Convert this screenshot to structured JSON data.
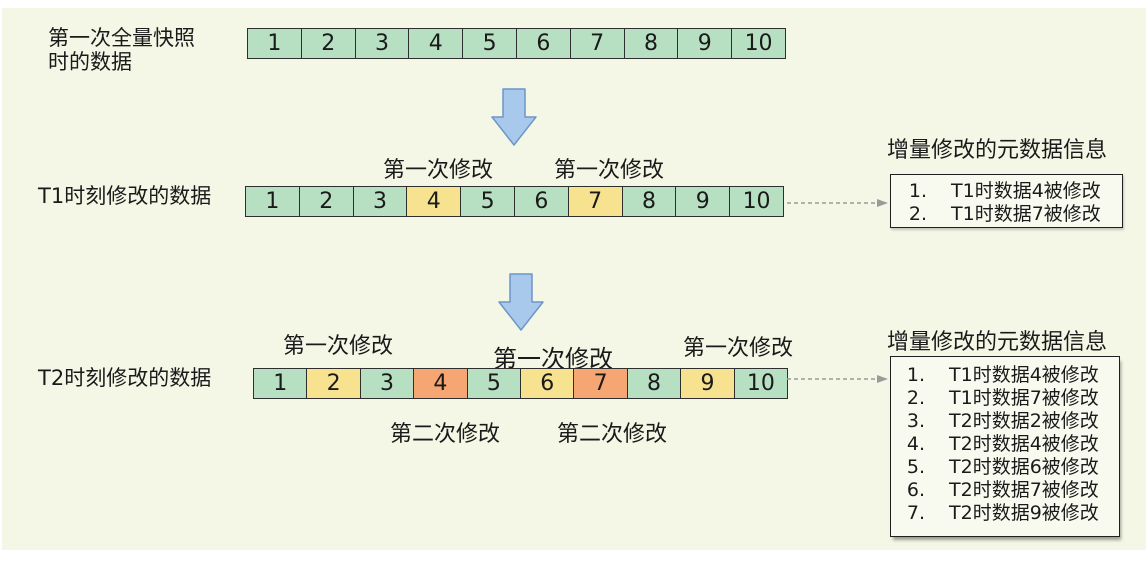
{
  "diagram": {
    "colors": {
      "background": "#f4f7e6",
      "cell_green": "#b7dfc2",
      "cell_yellow": "#f6e28f",
      "cell_orange": "#f5a672",
      "box_bg": "#f9faef",
      "arrow_fill": "#a9c9ec",
      "arrow_stroke": "#6d96c8",
      "dash_color": "#9a9a9a"
    },
    "left_labels": {
      "snapshot": "第一次全量快照\n时的数据",
      "t1": "T1时刻修改的数据",
      "t2": "T2时刻修改的数据"
    },
    "rows": {
      "snapshot": {
        "cells": [
          {
            "value": "1",
            "color": "#b7dfc2"
          },
          {
            "value": "2",
            "color": "#b7dfc2"
          },
          {
            "value": "3",
            "color": "#b7dfc2"
          },
          {
            "value": "4",
            "color": "#b7dfc2"
          },
          {
            "value": "5",
            "color": "#b7dfc2"
          },
          {
            "value": "6",
            "color": "#b7dfc2"
          },
          {
            "value": "7",
            "color": "#b7dfc2"
          },
          {
            "value": "8",
            "color": "#b7dfc2"
          },
          {
            "value": "9",
            "color": "#b7dfc2"
          },
          {
            "value": "10",
            "color": "#b7dfc2"
          }
        ]
      },
      "t1": {
        "cells": [
          {
            "value": "1",
            "color": "#b7dfc2"
          },
          {
            "value": "2",
            "color": "#b7dfc2"
          },
          {
            "value": "3",
            "color": "#b7dfc2"
          },
          {
            "value": "4",
            "color": "#f6e28f"
          },
          {
            "value": "5",
            "color": "#b7dfc2"
          },
          {
            "value": "6",
            "color": "#b7dfc2"
          },
          {
            "value": "7",
            "color": "#f6e28f"
          },
          {
            "value": "8",
            "color": "#b7dfc2"
          },
          {
            "value": "9",
            "color": "#b7dfc2"
          },
          {
            "value": "10",
            "color": "#b7dfc2"
          }
        ]
      },
      "t2": {
        "cells": [
          {
            "value": "1",
            "color": "#b7dfc2"
          },
          {
            "value": "2",
            "color": "#f6e28f"
          },
          {
            "value": "3",
            "color": "#b7dfc2"
          },
          {
            "value": "4",
            "color": "#f5a672"
          },
          {
            "value": "5",
            "color": "#b7dfc2"
          },
          {
            "value": "6",
            "color": "#f6e28f"
          },
          {
            "value": "7",
            "color": "#f5a672"
          },
          {
            "value": "8",
            "color": "#b7dfc2"
          },
          {
            "value": "9",
            "color": "#f6e28f"
          },
          {
            "value": "10",
            "color": "#b7dfc2"
          }
        ]
      }
    },
    "mod_labels": {
      "t1_above": [
        "第一次修改",
        "第一次修改"
      ],
      "t2_above": [
        "第一次修改",
        "第一次修改",
        "第一次修改"
      ],
      "t2_below": [
        "第二次修改",
        "第二次修改"
      ]
    },
    "meta": {
      "t1": {
        "title": "增量修改的元数据信息",
        "items": [
          {
            "num": "1.",
            "text": "T1时数据4被修改"
          },
          {
            "num": "2.",
            "text": "T1时数据7被修改"
          }
        ]
      },
      "t2": {
        "title": "增量修改的元数据信息",
        "items": [
          {
            "num": "1.",
            "text": "T1时数据4被修改"
          },
          {
            "num": "2.",
            "text": "T1时数据7被修改"
          },
          {
            "num": "3.",
            "text": "T2时数据2被修改"
          },
          {
            "num": "4.",
            "text": "T2时数据4被修改"
          },
          {
            "num": "5.",
            "text": "T2时数据6被修改"
          },
          {
            "num": "6.",
            "text": "T2时数据7被修改"
          },
          {
            "num": "7.",
            "text": "T2时数据9被修改"
          }
        ]
      }
    }
  }
}
